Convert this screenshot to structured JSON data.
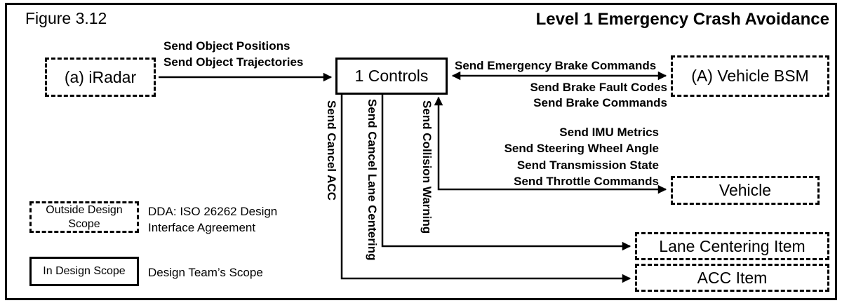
{
  "figure": {
    "label": "Figure 3.12",
    "title": "Level 1 Emergency Crash Avoidance"
  },
  "boxes": {
    "iradar": "(a) iRadar",
    "controls": "1 Controls",
    "vehicle_bsm": "(A) Vehicle BSM",
    "vehicle": "Vehicle",
    "lane_centering": "Lane Centering Item",
    "acc": "ACC Item"
  },
  "flows": {
    "object_positions": "Send Object Positions",
    "object_trajectories": "Send Object Trajectories",
    "emergency_brake": "Send Emergency Brake Commands",
    "brake_fault_codes": "Send Brake Fault Codes",
    "brake_commands": "Send Brake Commands",
    "imu_metrics": "Send IMU Metrics",
    "steering_wheel_angle": "Send Steering Wheel Angle",
    "transmission_state": "Send Transmission State",
    "throttle_commands": "Send Throttle Commands",
    "cancel_acc": "Send Cancel ACC",
    "cancel_lane_centering": "Send Cancel Lane Centering",
    "collision_warning": "Send Collision Warning"
  },
  "legend": {
    "outside_scope_box": "Outside Design Scope",
    "outside_scope_desc_line1": "DDA: ISO 26262 Design",
    "outside_scope_desc_line2": "Interface Agreement",
    "in_scope_box": "In Design Scope",
    "in_scope_desc": "Design Team’s Scope"
  },
  "colors": {
    "line": "#000000",
    "background": "#ffffff"
  }
}
